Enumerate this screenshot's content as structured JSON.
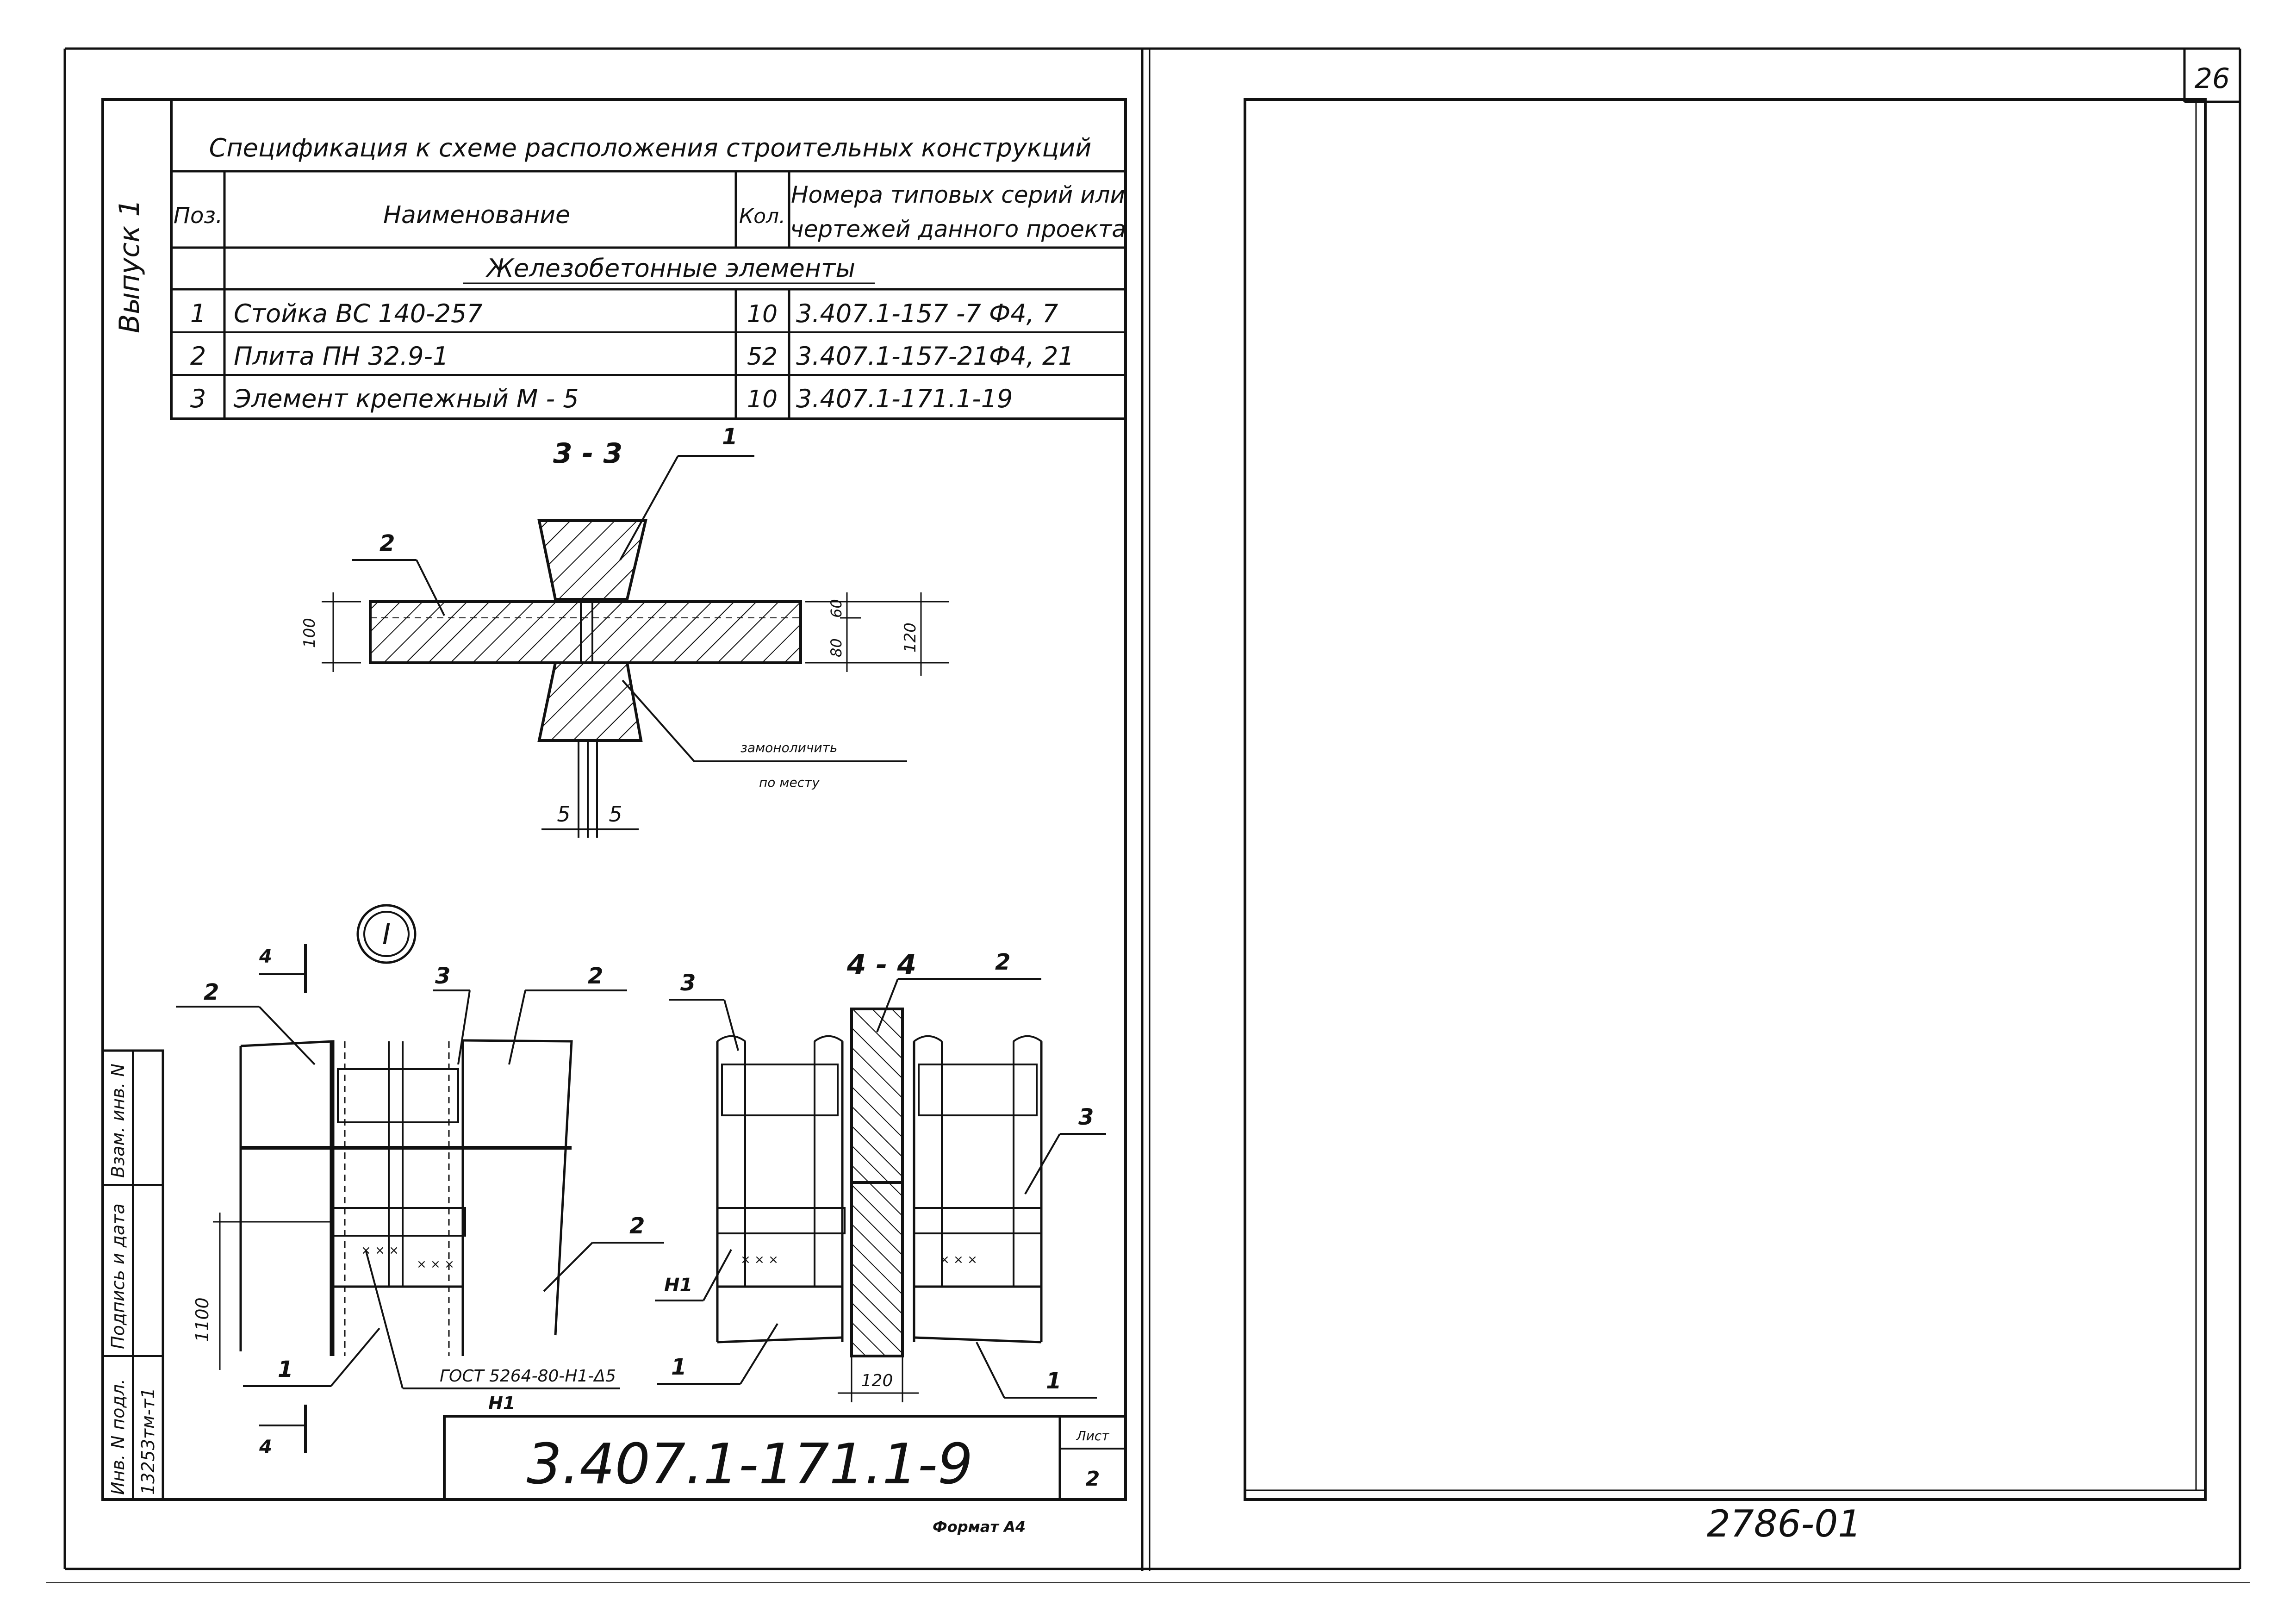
{
  "left_sheet": {
    "vertical_label": "Выпуск 1",
    "spec_table": {
      "title": "Спецификация к схеме расположения строительных конструкций",
      "headers": {
        "pos": "Поз.",
        "name": "Наименование",
        "qty": "Кол.",
        "series_line1": "Номера типовых серий или",
        "series_line2": "чертежей данного проекта"
      },
      "section_title": "Железобетонные элементы",
      "rows": [
        {
          "pos": "1",
          "name": "Стойка ВС 140-257",
          "qty": "10",
          "series": "3.407.1-157 -7 Ф4, 7"
        },
        {
          "pos": "2",
          "name": "Плита ПН 32.9-1",
          "qty": "52",
          "series": "3.407.1-157-21Ф4, 21"
        },
        {
          "pos": "3",
          "name": "Элемент крепежный  М - 5",
          "qty": "10",
          "series": "3.407.1-171.1-19"
        }
      ]
    },
    "section_33": {
      "title": "3 - 3",
      "callout_1": "1",
      "callout_2": "2",
      "dim_100": "100",
      "dim_60": "60",
      "dim_80": "80",
      "dim_120": "120",
      "dim_5a": "5",
      "dim_5b": "5",
      "note_line1": "замоноличить",
      "note_line2": "по месту"
    },
    "node": {
      "circle_label": "I",
      "arrow_label_top": "4",
      "arrow_label_bottom": "4",
      "callout_2a": "2",
      "callout_3": "3",
      "callout_2b": "2",
      "callout_2c": "2",
      "callout_1": "1",
      "dim_1100": "1100",
      "gost_note": "ГОСТ 5264-80-Н1-Δ5",
      "weld_label": "Н1"
    },
    "section_44": {
      "title": "4 - 4",
      "callout_2": "2",
      "callout_3a": "3",
      "callout_3b": "3",
      "callout_1a": "1",
      "callout_1b": "1",
      "weld_label": "Н1",
      "dim_120": "120"
    },
    "stamp": {
      "doc_number": "3.407.1-171.1-9",
      "sheet_label": "Лист",
      "sheet_number": "2"
    },
    "side_stamp": {
      "col1_label": "Инв. N подл.",
      "col1_value": "13253тм-т1",
      "col2_label": "Подпись и дата",
      "col3_label": "Взам. инв. N"
    },
    "format_label": "Формат А4"
  },
  "right_sheet": {
    "page_number": "26",
    "handwritten_number": "2786-01"
  }
}
